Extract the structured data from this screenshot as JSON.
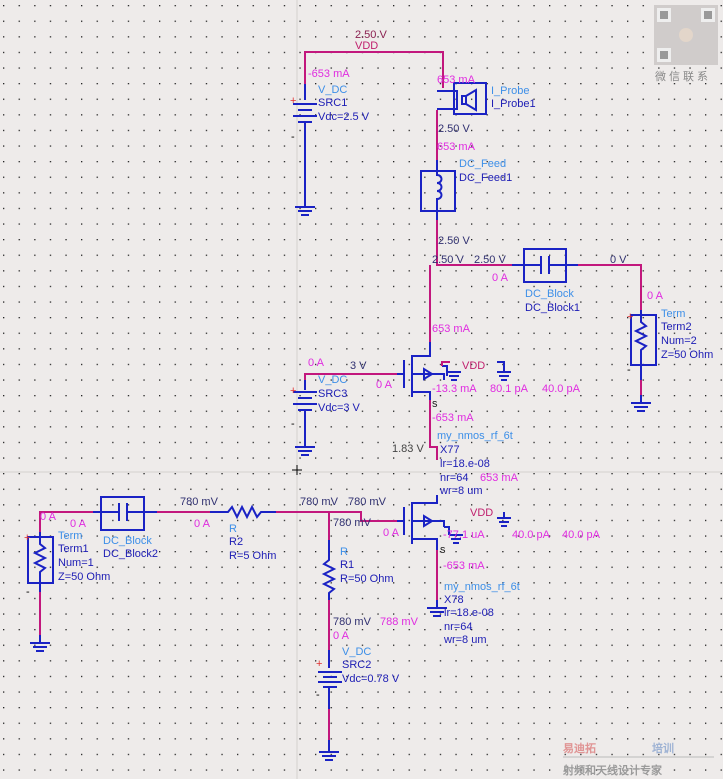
{
  "top": {
    "vdd_voltage": "2.50 V",
    "vdd_label": "VDD"
  },
  "src1": {
    "current": "-653 mA",
    "type": "V_DC",
    "name": "SRC1",
    "param": "Vdc=2.5 V"
  },
  "probe": {
    "current": "653 mA",
    "type": "I_Probe",
    "name": "I_Probe1",
    "voltage_out": "2.50 V"
  },
  "feed": {
    "current": "653 mA",
    "type": "DC_Feed",
    "name": "DC_Feed1",
    "voltage_out": "2.50 V"
  },
  "out_node": {
    "v1": "2.50 V",
    "v2": "2.50 V",
    "current": "0 A",
    "v_out": "0 V"
  },
  "dcblock1": {
    "type": "DC_Block",
    "name": "DC_Block1"
  },
  "term2": {
    "current": "0 A",
    "type": "Term",
    "name": "Term2",
    "num": "Num=2",
    "z": "Z=50 Ohm"
  },
  "src3": {
    "current": "0 A",
    "voltage": "3 V",
    "type": "V_DC",
    "name": "SRC3",
    "param": "Vdc=3 V",
    "gate_current": "0 A"
  },
  "x77": {
    "drain_current": "653 mA",
    "bulk_current": "-13.3 mA",
    "pa1": "80.1 pA",
    "pa2": "40.0 pA",
    "vdd": "VDD",
    "s": "s",
    "source_current": "-653 mA",
    "type": "my_nmos_rf_6t",
    "voltage": "1.83 V",
    "name": "X77",
    "lr": "lr=18.e-08",
    "nr": "nr=64",
    "wr": "wr=8 um",
    "overlap_current": "653 mA"
  },
  "term1": {
    "current1": "0 A",
    "current2": "0 A",
    "type": "Term",
    "name": "Term1",
    "num": "Num=1",
    "z": "Z=50 Ohm"
  },
  "dcblock2": {
    "type": "DC_Block",
    "name": "DC_Block2"
  },
  "r2": {
    "voltage": "780 mV",
    "current": "0 A",
    "type": "R",
    "name": "R2",
    "param": "R=5 Ohm"
  },
  "gate_node": {
    "v1": "780 mV",
    "v2": "780 mV",
    "v3": "780 mV",
    "gate_current": "0 A"
  },
  "r1": {
    "type": "R",
    "name": "R1",
    "param": "R=50 Ohm",
    "voltage": "780 mV",
    "voltage_overlap": "788 mV",
    "current": "0 A"
  },
  "src2": {
    "type": "V_DC",
    "name": "SRC2",
    "param": "Vdc=0.78 V"
  },
  "x78": {
    "bulk_current": "-77.1 uA",
    "pa1": "40.0 pA",
    "pa2": "40.0 pA",
    "vdd": "VDD",
    "s": "s",
    "source_current": "-653 mA",
    "type": "my_nmos_rf_6t",
    "name": "X78",
    "lr": "lr=18.e-08",
    "nr": "nr=64",
    "wr": "wr=8 um"
  },
  "watermark": {
    "brand_red": "易迪拓",
    "brand_blue": "培训",
    "slogan": "射频和天线设计专家",
    "qr_caption": "微信联系"
  },
  "colors": {
    "wire": "#c2177d",
    "component": "#1a22c4",
    "annotation": "#e02ce0",
    "background": "#eeebea"
  }
}
